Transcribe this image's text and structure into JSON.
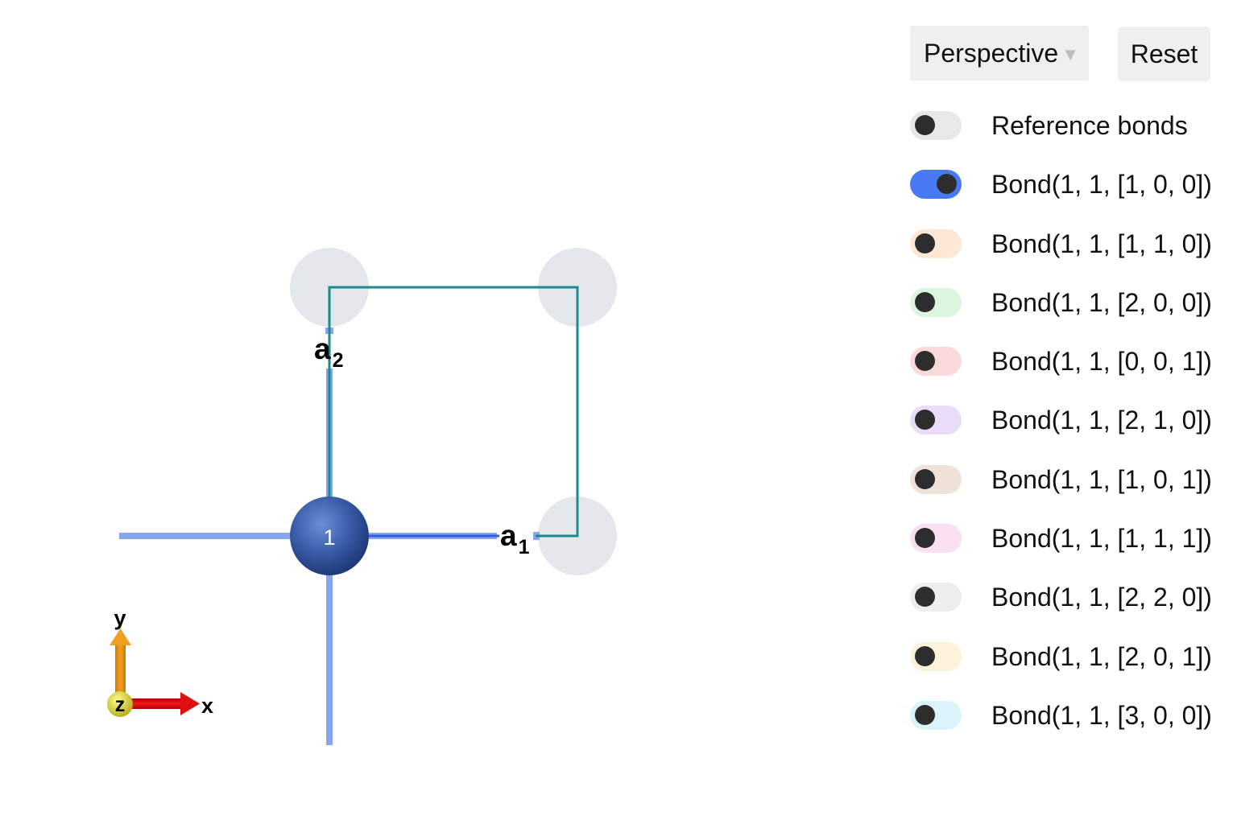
{
  "viewport": {
    "atom_label": "1",
    "lattice_vectors": [
      {
        "base": "a",
        "subscript": "1"
      },
      {
        "base": "a",
        "subscript": "2"
      }
    ],
    "axes": {
      "x": "x",
      "y": "y",
      "z": "z"
    },
    "colors": {
      "atom": "#3a5ea8",
      "ghost_atom": "#e4e7ec",
      "bond": "#8aa5ef",
      "cell": "#1f8a8a",
      "axis_x": "#dd1111",
      "axis_y": "#e09010",
      "axis_z": "#e2dc2a"
    }
  },
  "controls": {
    "projection": {
      "selected": "Perspective"
    },
    "reset_label": "Reset",
    "toggles": [
      {
        "label": "Reference bonds",
        "on": false,
        "color": "#e8e8e8"
      },
      {
        "label": "Bond(1, 1, [1, 0, 0])",
        "on": true,
        "color": "#4a79f5"
      },
      {
        "label": "Bond(1, 1, [1, 1, 0])",
        "on": false,
        "color": "#fde8d6"
      },
      {
        "label": "Bond(1, 1, [2, 0, 0])",
        "on": false,
        "color": "#dcf5df"
      },
      {
        "label": "Bond(1, 1, [0, 0, 1])",
        "on": false,
        "color": "#fadada"
      },
      {
        "label": "Bond(1, 1, [2, 1, 0])",
        "on": false,
        "color": "#eadcf8"
      },
      {
        "label": "Bond(1, 1, [1, 0, 1])",
        "on": false,
        "color": "#efe3d9"
      },
      {
        "label": "Bond(1, 1, [1, 1, 1])",
        "on": false,
        "color": "#fbe0f3"
      },
      {
        "label": "Bond(1, 1, [2, 2, 0])",
        "on": false,
        "color": "#eeeeee"
      },
      {
        "label": "Bond(1, 1, [2, 0, 1])",
        "on": false,
        "color": "#fcf3da"
      },
      {
        "label": "Bond(1, 1, [3, 0, 0])",
        "on": false,
        "color": "#d9f5fa"
      }
    ]
  }
}
